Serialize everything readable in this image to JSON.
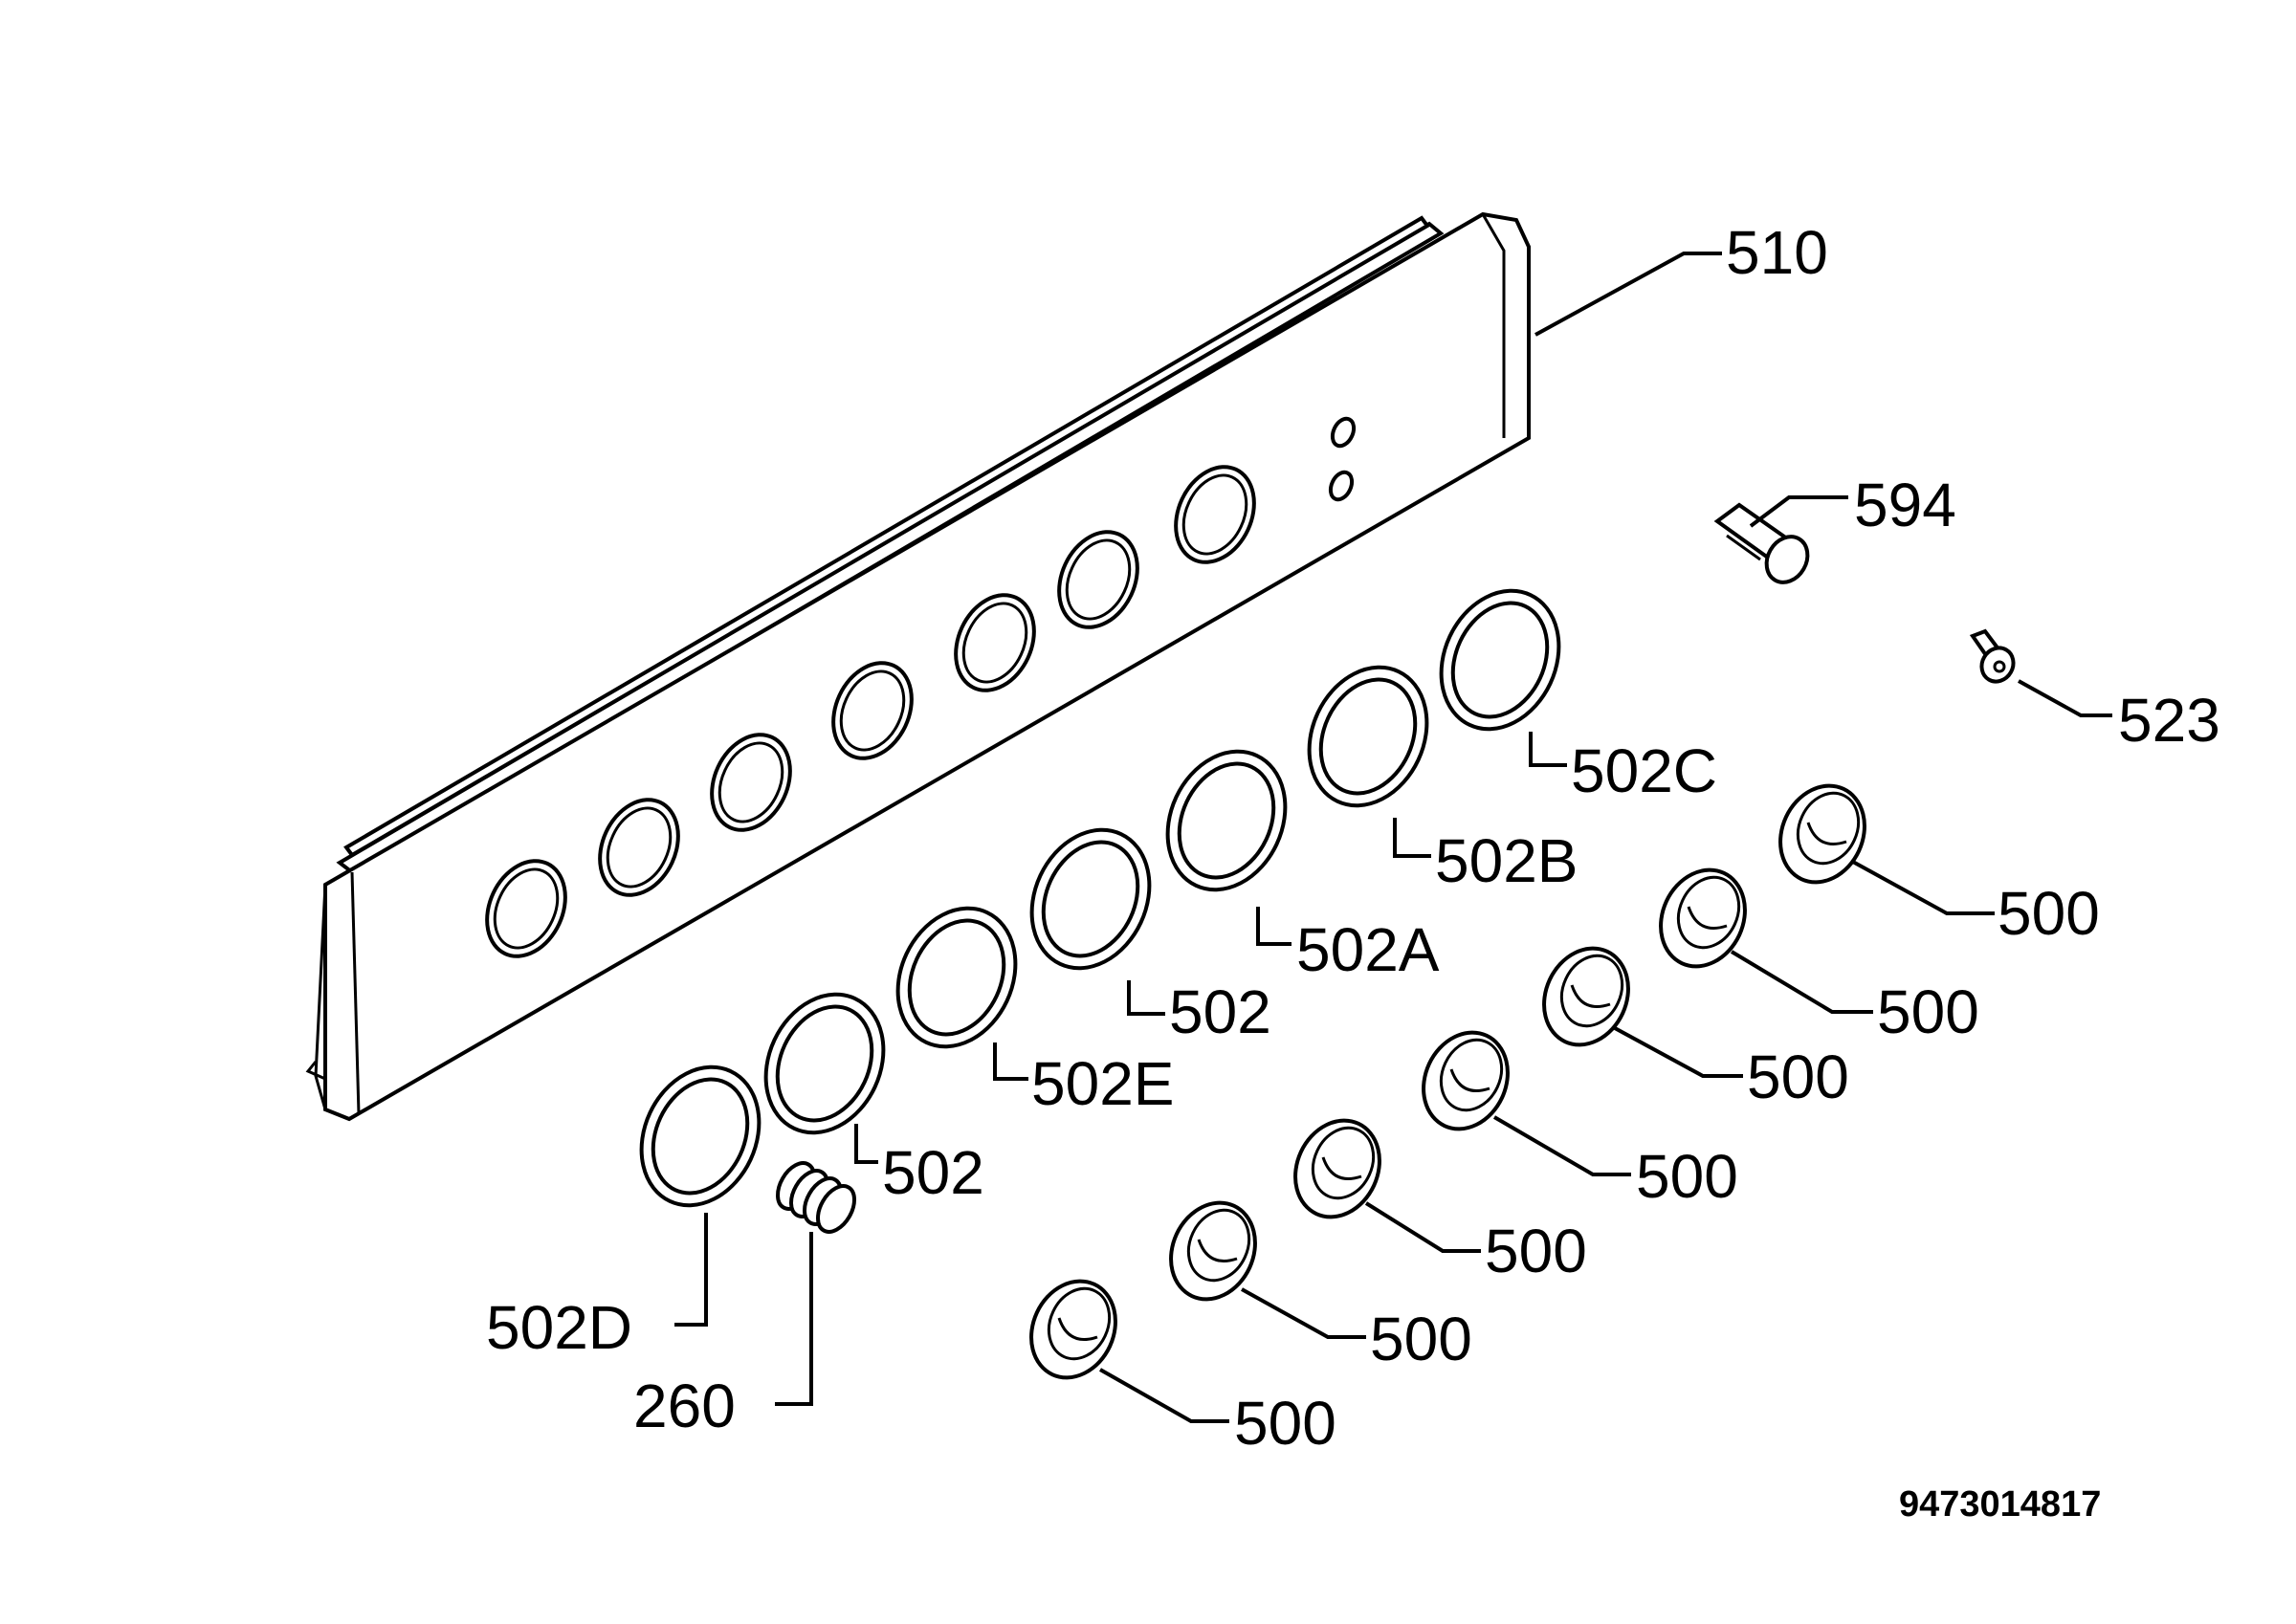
{
  "parts": {
    "control_panel": "510",
    "lamp": "594",
    "screw": "523",
    "ring_c": "502C",
    "ring_b": "502B",
    "ring_a": "502A",
    "ring_1": "502",
    "ring_e": "502E",
    "ring_2": "502",
    "ring_d": "502D",
    "spring": "260",
    "knob": "500"
  },
  "drawing_ref": "9473014817"
}
